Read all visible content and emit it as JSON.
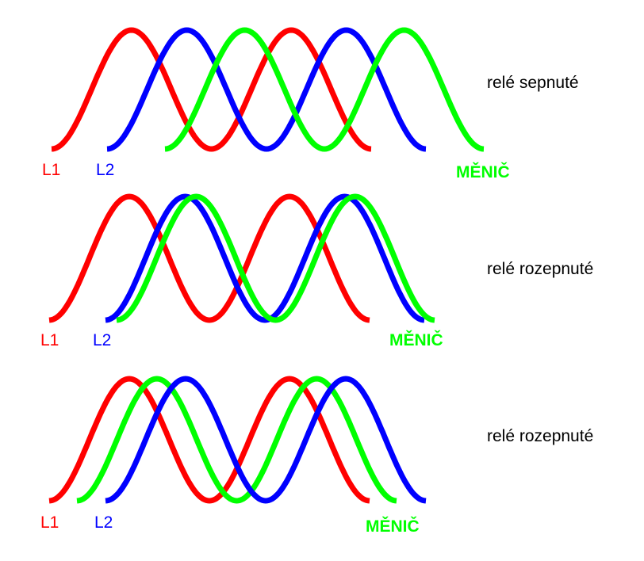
{
  "colors": {
    "L1": "#ff0000",
    "L2": "#0000ff",
    "menic": "#00ff00"
  },
  "panels": [
    {
      "state": "relé sepnuté",
      "l1": "L1",
      "l2": "L2",
      "menic": "MĚNIČ"
    },
    {
      "state": "relé rozepnuté",
      "l1": "L1",
      "l2": "L2",
      "menic": "MĚNIČ"
    },
    {
      "state": "relé rozepnuté",
      "l1": "L1",
      "l2": "L2",
      "menic": "MĚNIČ"
    }
  ]
}
